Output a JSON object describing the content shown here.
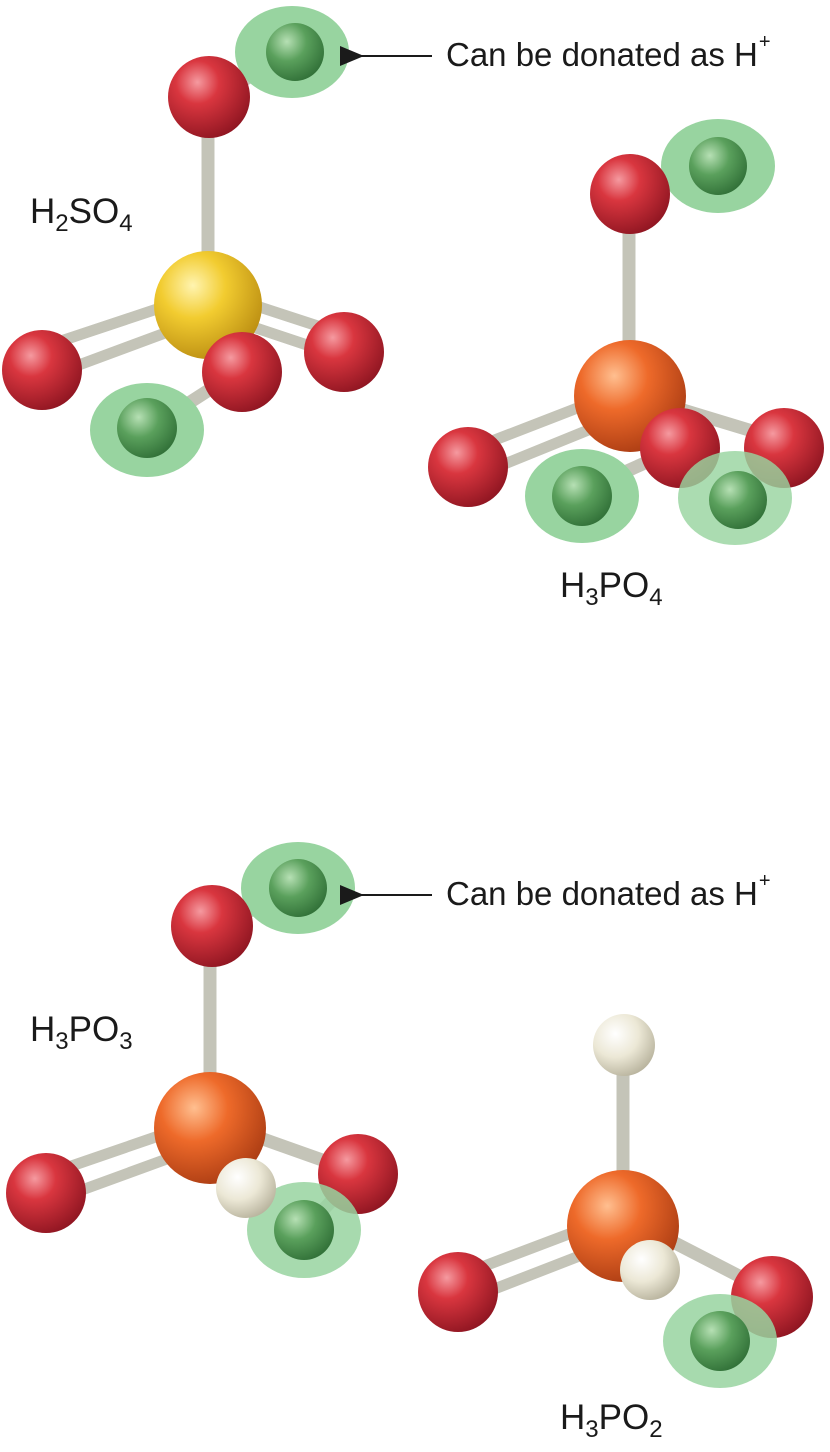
{
  "colors": {
    "oxygen": "#d32f3c",
    "sulfur": "#f2cc30",
    "phosphorus": "#ee6a2a",
    "hydrogen_acidic": "#5aa05c",
    "hydrogen_plain": "#ece8d6",
    "halo": "#98d4a0",
    "bond": "#c4c4b8"
  },
  "molecules": [
    {
      "id": "h2so4",
      "formula": {
        "main_1": "H",
        "sub_1": "2",
        "main_2": "SO",
        "sub_2": "4"
      },
      "central_atom": "sulfur",
      "acidic_hydrogens": 2,
      "nonacidic_hydrogens": 0
    },
    {
      "id": "h3po4",
      "formula": {
        "main_1": "H",
        "sub_1": "3",
        "main_2": "PO",
        "sub_2": "4"
      },
      "central_atom": "phosphorus",
      "acidic_hydrogens": 3,
      "nonacidic_hydrogens": 0
    },
    {
      "id": "h3po3",
      "formula": {
        "main_1": "H",
        "sub_1": "3",
        "main_2": "PO",
        "sub_2": "3"
      },
      "central_atom": "phosphorus",
      "acidic_hydrogens": 2,
      "nonacidic_hydrogens": 1
    },
    {
      "id": "h3po2",
      "formula": {
        "main_1": "H",
        "sub_1": "3",
        "main_2": "PO",
        "sub_2": "2"
      },
      "central_atom": "phosphorus",
      "acidic_hydrogens": 1,
      "nonacidic_hydrogens": 2
    }
  ],
  "callouts": [
    {
      "text": "Can be donated as H",
      "sup": "+"
    },
    {
      "text": "Can be donated as H",
      "sup": "+"
    }
  ]
}
